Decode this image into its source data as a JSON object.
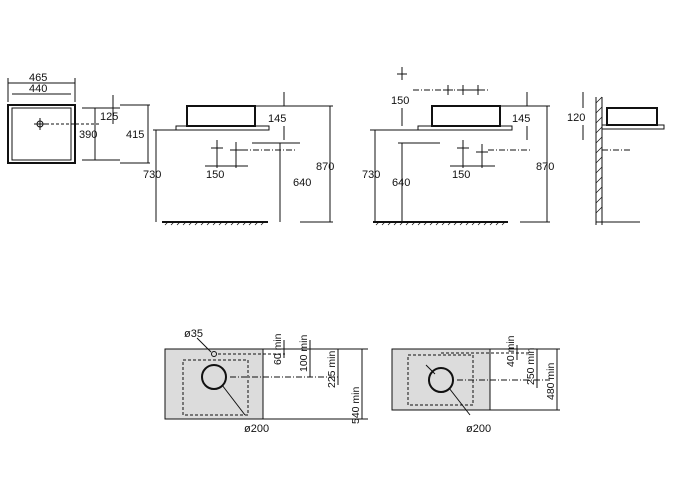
{
  "plan": {
    "outer_width": "465",
    "inner_width": "440",
    "inner_depth": "390",
    "outer_depth": "415",
    "setback": "125"
  },
  "elevation_a": {
    "basin_height": "145",
    "counter_height": "730",
    "outlet_height": "640",
    "tap_spacing": "150",
    "total_height": "870"
  },
  "elevation_b": {
    "tap_height": "150",
    "basin_height": "145",
    "counter_height": "730",
    "outlet_height": "640",
    "tap_spacing": "150",
    "total_height": "870"
  },
  "side": {
    "basin_height": "120"
  },
  "cutout_a": {
    "hole_small": "ø35",
    "hole_waste": "ø200",
    "dims": [
      "60 min",
      "100 min",
      "225 min",
      "540 min"
    ]
  },
  "cutout_b": {
    "hole_waste": "ø200",
    "dims": [
      "40 min",
      "250 min",
      "480 min"
    ]
  }
}
